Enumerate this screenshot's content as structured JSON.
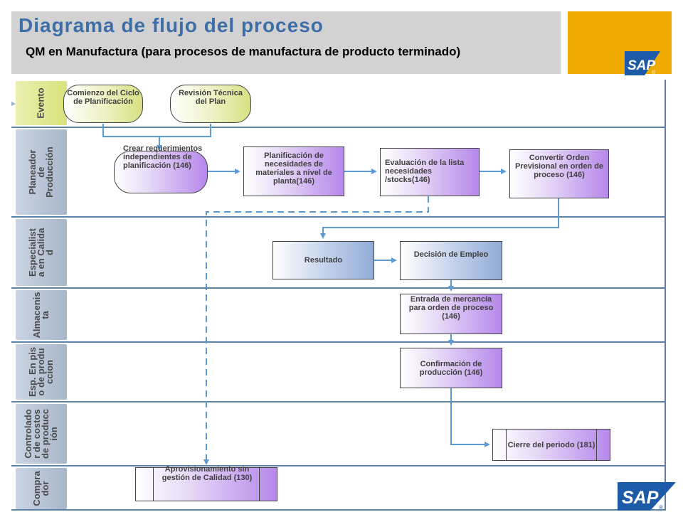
{
  "header": {
    "title": "Diagrama de flujo del proceso",
    "subtitle": "QM en Manufactura (para procesos de manufactura de producto terminado)"
  },
  "brand": {
    "logo_text": "SAP",
    "registered": "®",
    "accent_color": "#f0ab00",
    "logo_color": "#1d5aa8"
  },
  "lanes": [
    {
      "label": "Evento"
    },
    {
      "label": "Planeador de Producción"
    },
    {
      "label": "Especialista en Calidad"
    },
    {
      "label": "Almacenista"
    },
    {
      "label": "Esp. En piso de produccion"
    },
    {
      "label": "Controlador de costos de producción"
    },
    {
      "label": "Comprador"
    }
  ],
  "nodes": {
    "comienzo": "Comienzo del Ciclo de Planificación",
    "revision": "Revisión Técnica del Plan",
    "crear": "Crear requerimientos independientes de planificación (146)",
    "planificacion": "Planificación de necesidades de materiales a nivel de planta(146)",
    "evaluacion": "Evaluación de la lista necesidades /stocks(146)",
    "convertir": "Convertir Orden Previsional en orden de proceso (146)",
    "resultado": "Resultado",
    "decision": "Decisión de Empleo",
    "entrada": "Entrada de mercancía para orden de proceso (146)",
    "confirmacion": "Confirmación de producción (146)",
    "cierre": "Cierre del periodo (181)",
    "aprovisionamiento": "Aprovisionamiento sin gestión de Calidad (130)"
  },
  "colors": {
    "lane_border": "#5d82a8",
    "connector": "#5b9bd5",
    "title": "#3d6ea8"
  }
}
